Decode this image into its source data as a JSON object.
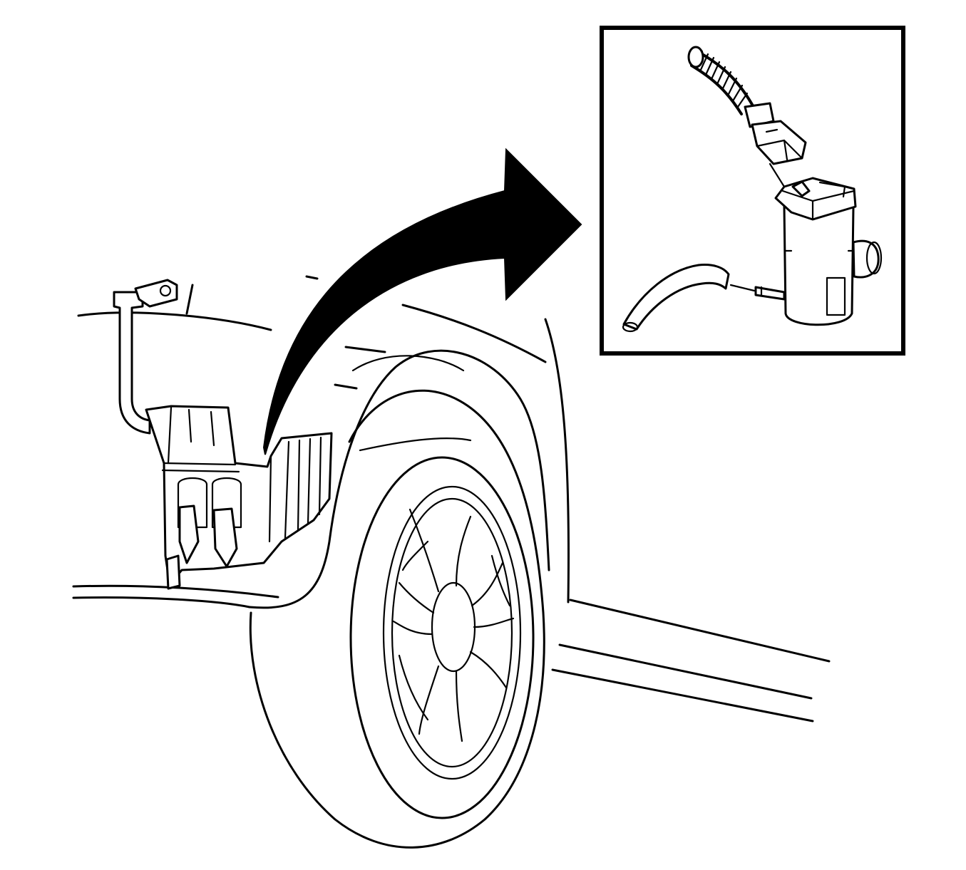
{
  "figure": {
    "colors": {
      "line": "#000000",
      "background": "#ffffff"
    },
    "parts": [
      "vehicle-front-fender",
      "front-wheel",
      "washer-fluid-reservoir",
      "washer-pump-detail-inset",
      "callout-arrow"
    ]
  }
}
